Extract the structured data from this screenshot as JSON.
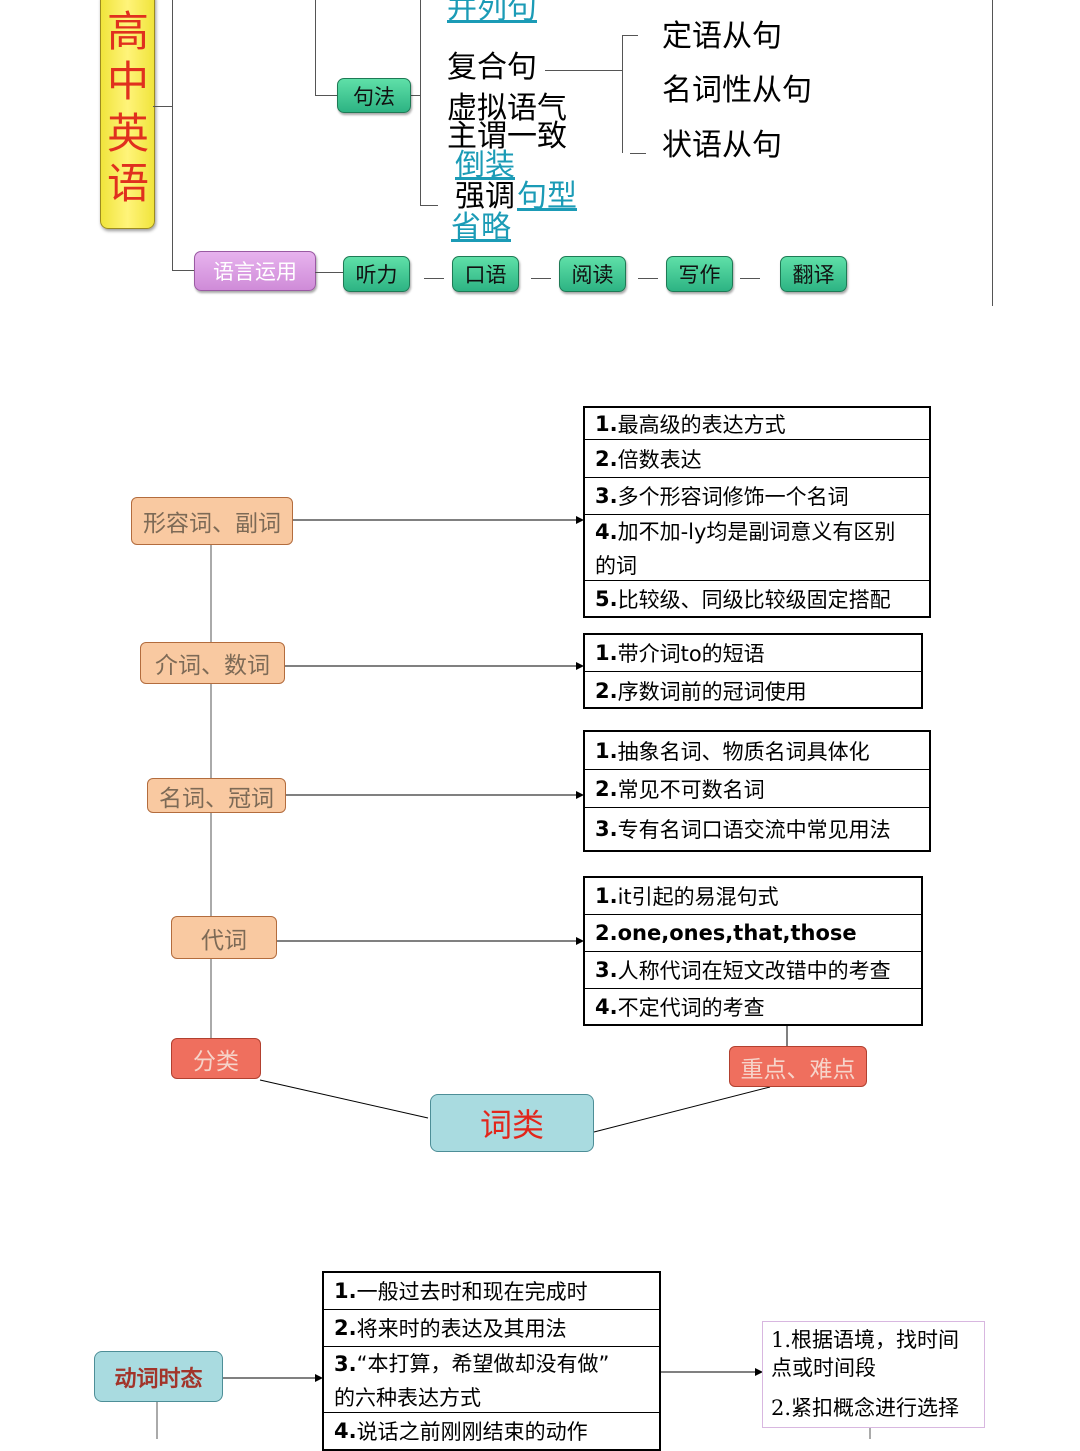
{
  "section1": {
    "title_chars": [
      "高",
      "中",
      "英",
      "语"
    ],
    "truncated_label": "并列句",
    "juifa": "句法",
    "fuhe": "复合句",
    "clauses": [
      "定语从句",
      "名词性从句",
      "状语从句"
    ],
    "xuni": "虚拟语气",
    "zhuwei": "主谓一致",
    "daozhuang": "倒装",
    "qiangdiao": "强调",
    "juxing": "句型",
    "shenglue": "省略",
    "yuyan": "语言运用",
    "skills": [
      "听力",
      "口语",
      "阅读",
      "写作",
      "翻译"
    ]
  },
  "section2": {
    "categories": [
      "形容词、副词",
      "介词、数词",
      "名词、冠词",
      "代词"
    ],
    "fenlei": "分类",
    "zhongdian": "重点、难点",
    "center": "词类",
    "adj": [
      {
        "n": "1.",
        "t": "最高级的表达方式"
      },
      {
        "n": "2.",
        "t": "倍数表达"
      },
      {
        "n": "3.",
        "t": "多个形容词修饰一个名词"
      },
      {
        "n": "4.",
        "t": "加不加-ly均是副词意义有区别",
        "t2": "的词"
      },
      {
        "n": "5.",
        "t": "比较级、同级比较级固定搭配"
      }
    ],
    "prep": [
      {
        "n": "1.",
        "t": "带介词to的短语"
      },
      {
        "n": "2.",
        "t": "序数词前的冠词使用"
      }
    ],
    "noun": [
      {
        "n": "1.",
        "t": "抽象名词、物质名词具体化"
      },
      {
        "n": "2.",
        "t": "常见不可数名词"
      },
      {
        "n": "3.",
        "t": " 专有名词口语交流中常见用法"
      }
    ],
    "pron": [
      {
        "n": "1.",
        "t": "it引起的易混句式"
      },
      {
        "n": "2.",
        "t": "one,ones,that,those"
      },
      {
        "n": "3.",
        "t": "人称代词在短文改错中的考查"
      },
      {
        "n": "4.",
        "t": " 不定代词的考查"
      }
    ]
  },
  "section3": {
    "label": "动词时态",
    "items": [
      {
        "n": "1.",
        "t": " 一般过去时和现在完成时"
      },
      {
        "n": "2.",
        "t": " 将来时的表达及其用法"
      },
      {
        "n": "3.",
        "t": "“本打算，希望做却没有做”",
        "t2": "的六种表达方式"
      },
      {
        "n": "4.",
        "t": " 说话之前刚刚结束的动作"
      }
    ],
    "tips": [
      "1.根据语境，找时间",
      "点或时间段",
      "2.紧扣概念进行选择"
    ]
  }
}
